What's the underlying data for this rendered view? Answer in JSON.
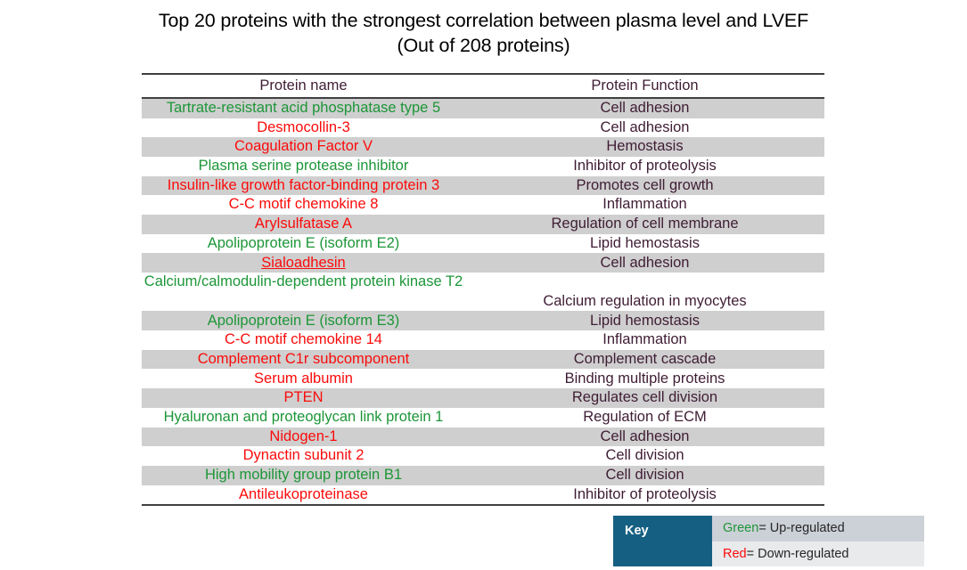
{
  "title": {
    "line1": "Top 20 proteins with the strongest correlation between plasma level and LVEF",
    "line2": "(Out of 208 proteins)"
  },
  "table": {
    "columns": [
      "Protein name",
      "Protein Function"
    ],
    "rows": [
      {
        "name": "Tartrate-resistant acid phosphatase type 5",
        "function": "Cell adhesion",
        "regulation": "up"
      },
      {
        "name": "Desmocollin-3",
        "function": "Cell adhesion",
        "regulation": "down"
      },
      {
        "name": "Coagulation Factor V",
        "function": "Hemostasis",
        "regulation": "down"
      },
      {
        "name": "Plasma serine protease inhibitor",
        "function": "Inhibitor of proteolysis",
        "regulation": "up"
      },
      {
        "name": "Insulin-like growth factor-binding protein 3",
        "function": "Promotes cell growth",
        "regulation": "down"
      },
      {
        "name": "C-C motif chemokine 8",
        "function": "Inflammation",
        "regulation": "down"
      },
      {
        "name": "Arylsulfatase A",
        "function": "Regulation of cell membrane",
        "regulation": "down"
      },
      {
        "name": "Apolipoprotein E (isoform E2)",
        "function": "Lipid hemostasis",
        "regulation": "up"
      },
      {
        "name": "Sialoadhesin",
        "function": "Cell adhesion",
        "regulation": "down",
        "underlined": true
      },
      {
        "name": "Calcium/calmodulin-dependent protein kinase T2",
        "function": "Calcium regulation in myocytes",
        "regulation": "up",
        "tall": true
      },
      {
        "name": "Apolipoprotein E (isoform E3)",
        "function": "Lipid hemostasis",
        "regulation": "up"
      },
      {
        "name": "C-C motif chemokine 14",
        "function": "Inflammation",
        "regulation": "down"
      },
      {
        "name": "Complement C1r subcomponent",
        "function": "Complement cascade",
        "regulation": "down"
      },
      {
        "name": "Serum albumin",
        "function": "Binding multiple proteins",
        "regulation": "down"
      },
      {
        "name": "PTEN",
        "function": "Regulates cell division",
        "regulation": "down"
      },
      {
        "name": "Hyaluronan and proteoglycan link protein 1",
        "function": "Regulation of ECM",
        "regulation": "up"
      },
      {
        "name": "Nidogen-1",
        "function": "Cell adhesion",
        "regulation": "down"
      },
      {
        "name": "Dynactin subunit 2",
        "function": "Cell division",
        "regulation": "down"
      },
      {
        "name": "High mobility group protein B1",
        "function": "Cell division",
        "regulation": "up"
      },
      {
        "name": "Antileukoproteinase",
        "function": "Inhibitor of proteolysis",
        "regulation": "down"
      }
    ]
  },
  "key": {
    "label": "Key",
    "entries": [
      {
        "swatch_word": "Green",
        "description": " = Up-regulated",
        "color": "#1d9638"
      },
      {
        "swatch_word": "Red",
        "description": " = Down-regulated",
        "color": "#fb0b0b"
      }
    ]
  },
  "colors": {
    "up_regulated": "#1d9638",
    "down_regulated": "#fb0b0b",
    "header_text": "#3f1d34",
    "row_band": "#cfcfcf",
    "key_box": "#156082",
    "key_row_a": "#ccd0d7",
    "key_row_b": "#e8eaec",
    "rule": "#404040"
  }
}
